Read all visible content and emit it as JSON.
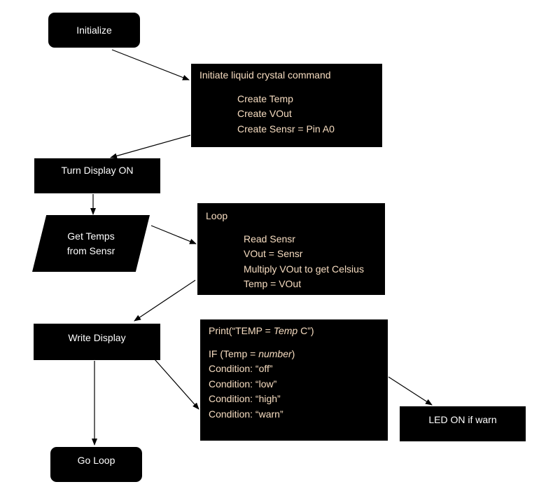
{
  "nodes": {
    "initialize": "Initialize",
    "lcd_block": {
      "title": "Initiate liquid crystal command",
      "lines": [
        "Create Temp",
        "Create VOut",
        "Create Sensr = Pin A0"
      ]
    },
    "display_on": "Turn Display ON",
    "get_temps": [
      "Get Temps",
      "from Sensr"
    ],
    "loop_block": {
      "title": "Loop",
      "lines": [
        "Read Sensr",
        "VOut = Sensr",
        "Multiply VOut to get Celsius",
        "Temp = VOut"
      ]
    },
    "write_display": "Write Display",
    "print_block": {
      "print_prefix": "Print(“TEMP = ",
      "print_var": "Temp",
      "print_suffix": " C”)",
      "if_prefix": "IF (Temp = ",
      "if_var": "number",
      "if_suffix": ")",
      "conditions": [
        "Condition: “off”",
        "Condition: “low”",
        "Condition: “high”",
        "Condition: “warn”"
      ]
    },
    "led_on": "LED ON if warn",
    "go_loop": "Go Loop"
  },
  "colors": {
    "box": "#000000",
    "text": "#ffffff",
    "panel_text": "#f6dcc0",
    "arrow": "#000000"
  }
}
